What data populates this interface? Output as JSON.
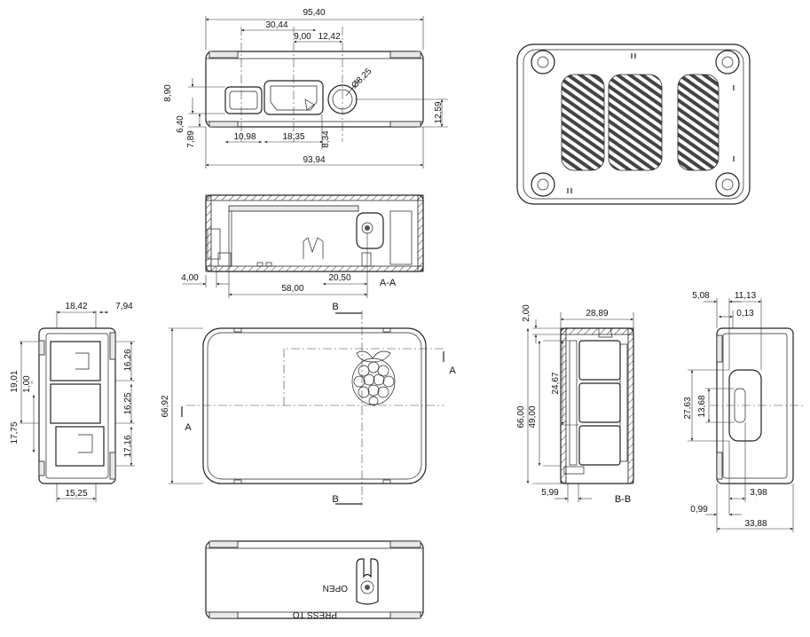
{
  "dims": {
    "top_width": "95,40",
    "top_30_44": "30,44",
    "top_9_00": "9,00",
    "top_12_42": "12,42",
    "top_d8_25": "Ø8,25",
    "top_8_90": "8,90",
    "top_6_40": "6,40",
    "top_7_89": "7,89",
    "top_10_98": "10,98",
    "top_18_35": "18,35",
    "top_8_34": "8,34",
    "top_12_59": "12,59",
    "top_93_94": "93,94",
    "sec_4_00": "4,00",
    "sec_58_00": "58,00",
    "sec_20_50": "20,50",
    "left_18_42": "18,42",
    "left_7_94": "7,94",
    "left_19_01": "19,01",
    "left_1_00": "1,00",
    "left_17_75": "17,75",
    "left_16_26": "16,26",
    "left_16_25": "16,25",
    "left_17_16": "17,16",
    "left_15_25": "15,25",
    "mid_66_92": "66,92",
    "bb_2_00": "2,00",
    "bb_28_89": "28,89",
    "bb_24_67": "24,67",
    "bb_66_00": "66,00",
    "bb_49_00": "49,00",
    "bb_5_99": "5,99",
    "right_5_08": "5,08",
    "right_11_13": "11,13",
    "right_0_13": "0,13",
    "right_27_63": "27,63",
    "right_13_68": "13,68",
    "right_3_98": "3,98",
    "right_0_99": "0,99",
    "right_33_88": "33,88"
  },
  "labels": {
    "section_aa": "A-A",
    "section_bb": "B-B",
    "mark_a": "A",
    "mark_b": "B",
    "press_line1": "PRESS TO",
    "press_line2": "OPEN"
  }
}
